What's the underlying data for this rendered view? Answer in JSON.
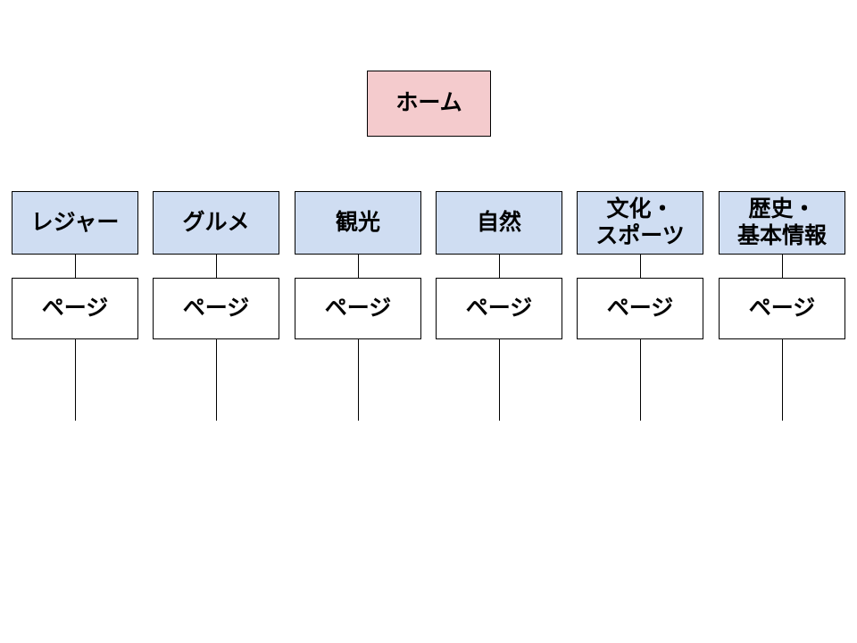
{
  "diagram": {
    "title_hint": "site map hierarchy",
    "colors": {
      "background": "#ffffff",
      "border": "#000000",
      "root_fill": "#f4cbcd",
      "category_fill": "#cfddf2",
      "page_fill": "#ffffff",
      "text": "#000000"
    },
    "root": {
      "label": "ホーム"
    },
    "columns": [
      {
        "label": "レジャー",
        "child_label": "ページ"
      },
      {
        "label": "グルメ",
        "child_label": "ページ"
      },
      {
        "label": "観光",
        "child_label": "ページ"
      },
      {
        "label": "自然",
        "child_label": "ページ"
      },
      {
        "label": "文化・\nスポーツ",
        "child_label": "ページ"
      },
      {
        "label": "歴史・\n基本情報",
        "child_label": "ページ"
      }
    ]
  }
}
